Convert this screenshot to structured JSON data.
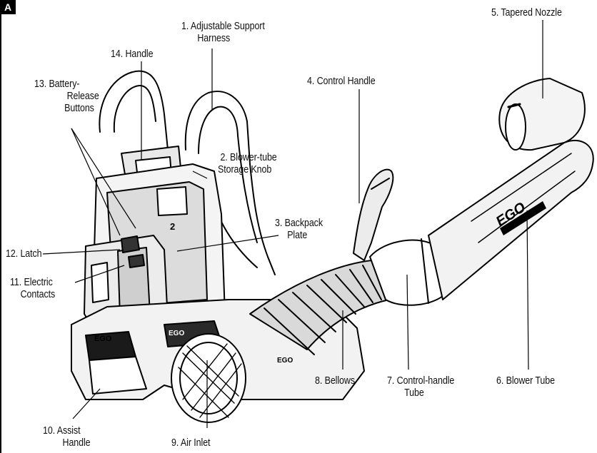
{
  "figure": {
    "tag": "A",
    "brand_marks": [
      "EGO",
      "EGO",
      "EGO",
      "EGO"
    ],
    "model_mark": "2",
    "labels": {
      "l1": [
        "1. Adjustable Support",
        "Harness"
      ],
      "l2": [
        "2. Blower-tube",
        "Storage Knob"
      ],
      "l3": [
        "3. Backpack",
        "Plate"
      ],
      "l4": "4. Control Handle",
      "l5": "5. Tapered Nozzle",
      "l6": "6. Blower Tube",
      "l7": [
        "7. Control-handle",
        "Tube"
      ],
      "l8": "8. Bellows",
      "l9": "9. Air Inlet",
      "l10": [
        "10. Assist",
        "Handle"
      ],
      "l11": [
        "11.  Electric",
        "Contacts"
      ],
      "l12": "12. Latch",
      "l13": [
        "13. Battery-",
        "Release",
        "Buttons"
      ],
      "l14": "14. Handle"
    }
  }
}
